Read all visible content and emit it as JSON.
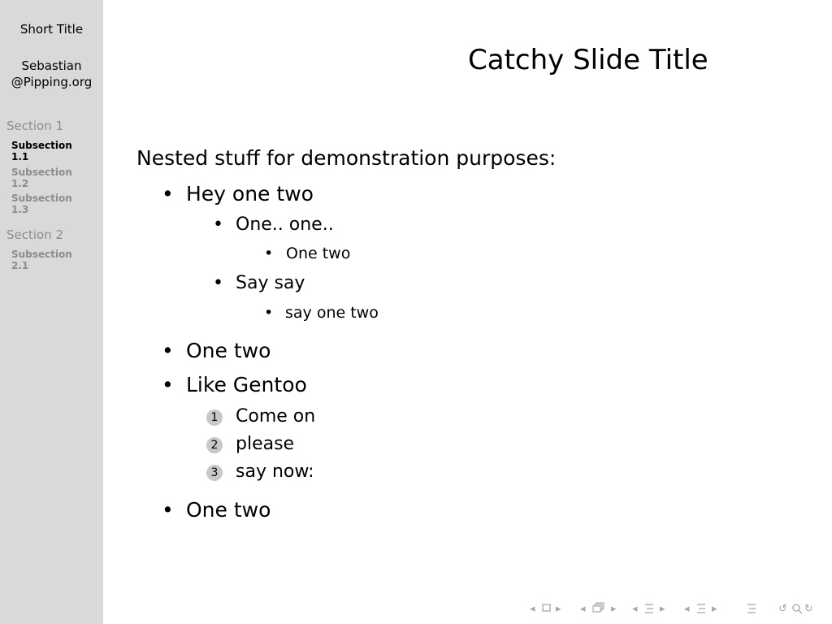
{
  "sidebar": {
    "title": "Short Title",
    "author_line1": "Sebastian",
    "author_line2": "@Pipping.org",
    "sections": [
      {
        "label": "Section 1",
        "subsections": [
          "Subsection\n1.1",
          "Subsection\n1.2",
          "Subsection\n1.3"
        ]
      },
      {
        "label": "Section 2",
        "subsections": [
          "Subsection\n2.1"
        ]
      }
    ]
  },
  "slide": {
    "title": "Catchy Slide Title",
    "intro": "Nested stuff for demonstration purposes:",
    "items": [
      {
        "text": "Hey one two",
        "level": 1
      },
      {
        "text": "One.. one..",
        "level": 2
      },
      {
        "text": "One two",
        "level": 3
      },
      {
        "text": "Say say",
        "level": 2
      },
      {
        "text": "say one two",
        "level": 3
      },
      {
        "text": "One two",
        "level": 1
      },
      {
        "text": "Like Gentoo",
        "level": 1
      },
      {
        "text": "Come on",
        "level": "enum",
        "number": "1"
      },
      {
        "text": "please",
        "level": "enum",
        "number": "2"
      },
      {
        "text": "say now:",
        "level": "enum",
        "number": "3"
      },
      {
        "text": "One two",
        "level": 1
      }
    ],
    "bullet_glyph": "•"
  },
  "navigation": {
    "icons": [
      "nav-left-arrow-icon",
      "slide-frame-icon",
      "nav-right-arrow-icon",
      "nav-left-arrow-icon",
      "subsection-frame-icon",
      "nav-right-arrow-icon",
      "nav-left-arrow-icon",
      "section-icon",
      "nav-right-arrow-icon",
      "nav-left-arrow-icon",
      "subsection-icon",
      "nav-right-arrow-icon",
      "presentation-icon",
      "undo-icon",
      "search-icon",
      "redo-icon"
    ]
  }
}
